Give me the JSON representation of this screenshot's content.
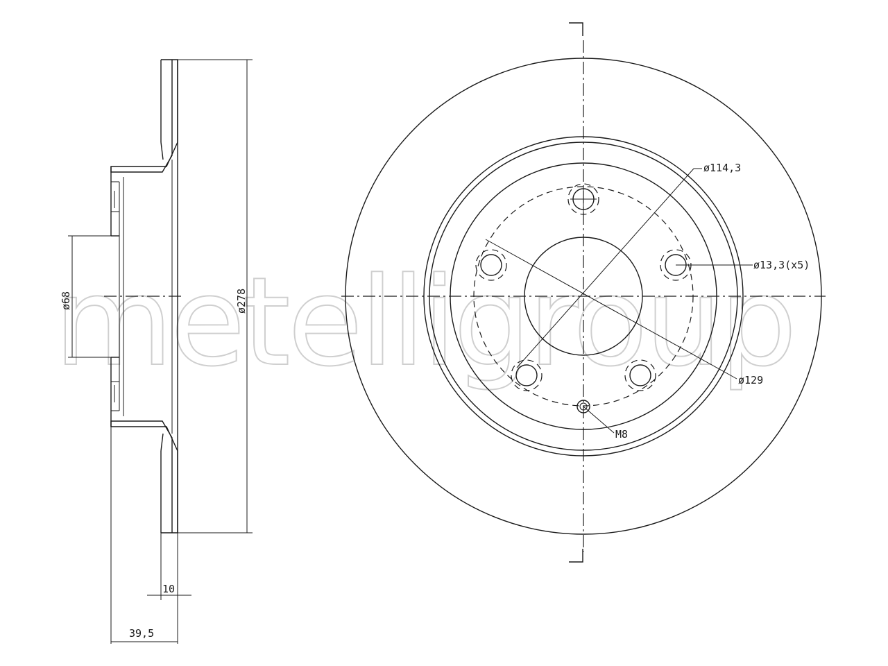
{
  "watermark": {
    "text": "metelligroup"
  },
  "dimensions": {
    "outer_diameter": "ø278",
    "center_bore": "ø68",
    "thickness": "10",
    "height": "39,5",
    "pcd": "ø114,3",
    "hole_size": "ø13,3(x5)",
    "hub_diameter": "ø129",
    "thread": "M8"
  },
  "colors": {
    "line": "#1a1a1a",
    "hatch": "#1a1a1a",
    "watermark": "#cfcfcf",
    "background": "#ffffff"
  }
}
